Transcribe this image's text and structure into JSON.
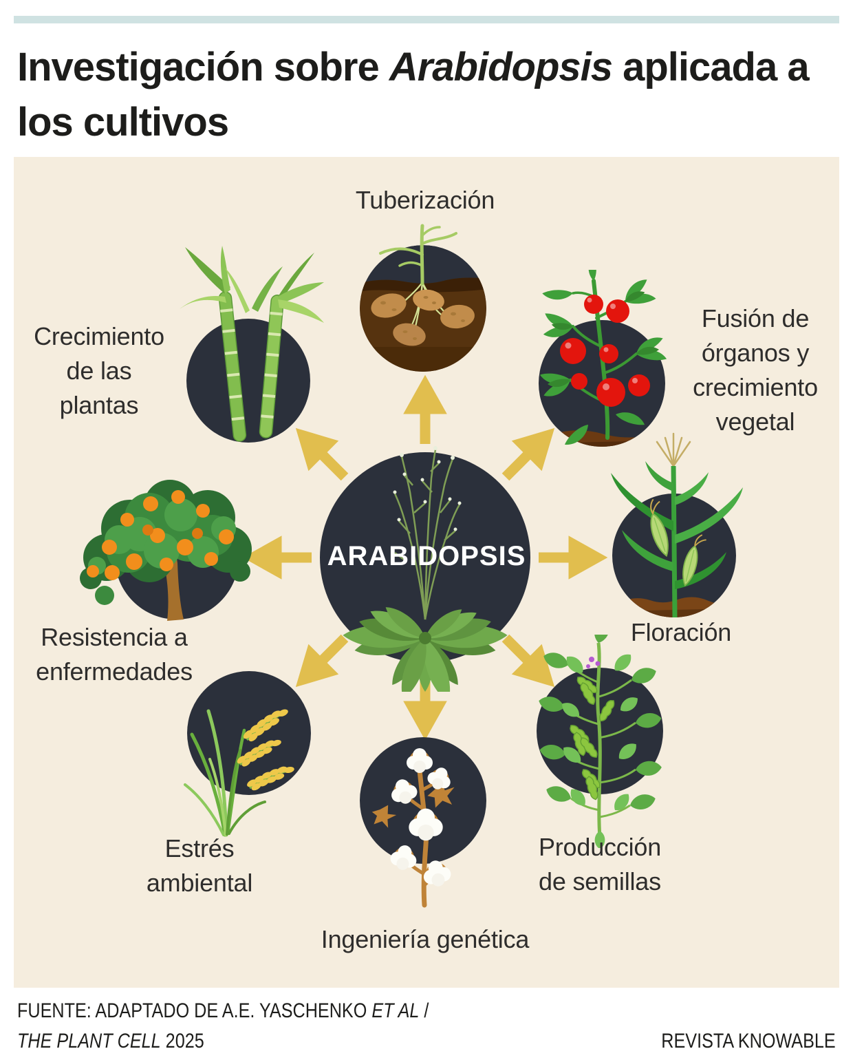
{
  "header": {
    "title_pre": "Investigación sobre ",
    "title_italic": "Arabidopsis",
    "title_post": " aplicada a los cultivos"
  },
  "center": {
    "label": "ARABIDOPSIS",
    "illustration": "arabidopsis-rosette-plant"
  },
  "nodes": [
    {
      "id": "tuberizacion",
      "label": "Tuberización",
      "lines": [
        "Tuberización"
      ],
      "illustration": "potato-tubers-plant"
    },
    {
      "id": "fusion-organos",
      "label": "Fusión de órganos y crecimiento vegetal",
      "lines": [
        "Fusión de",
        "órganos y",
        "crecimiento",
        "vegetal"
      ],
      "illustration": "tomato-plant"
    },
    {
      "id": "floracion",
      "label": "Floración",
      "lines": [
        "Floración"
      ],
      "illustration": "corn-plant"
    },
    {
      "id": "produccion-semillas",
      "label": "Producción de semillas",
      "lines": [
        "Producción",
        "de semillas"
      ],
      "illustration": "soybean-plant"
    },
    {
      "id": "ingenieria-genetica",
      "label": "Ingeniería genética",
      "lines": [
        "Ingeniería genética"
      ],
      "illustration": "cotton-plant"
    },
    {
      "id": "estres-ambiental",
      "label": "Estrés ambiental",
      "lines": [
        "Estrés",
        "ambiental"
      ],
      "illustration": "rice-plant"
    },
    {
      "id": "resistencia-enfermedades",
      "label": "Resistencia a enfermedades",
      "lines": [
        "Resistencia a",
        "enfermedades"
      ],
      "illustration": "orange-tree"
    },
    {
      "id": "crecimiento-plantas",
      "label": "Crecimiento de las plantas",
      "lines": [
        "Crecimiento",
        "de las",
        "plantas"
      ],
      "illustration": "sugarcane-plant"
    }
  ],
  "footer": {
    "source_pre": "FUENTE: ADAPTADO DE A.E. YASCHENKO ",
    "source_italic": "ET AL",
    "source_post": " /",
    "source_line2_italic": "THE PLANT CELL",
    "source_line2_post": " 2025",
    "credit": "REVISTA KNOWABLE"
  },
  "colors": {
    "top_bar": "#cfe2e2",
    "panel_background": "#f5edde",
    "circle_dark": "#2b303b",
    "arrow_gold": "#e1be4e",
    "title_text": "#1d1d1b",
    "label_text": "#2e2d2c"
  }
}
